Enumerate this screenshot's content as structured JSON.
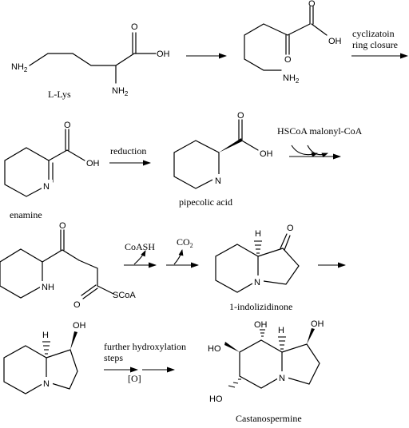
{
  "compounds": {
    "lys": {
      "name": "L-Lys",
      "nh2_left": "NH",
      "nh2_alpha": "NH",
      "sub2": "2",
      "o": "O",
      "oh": "OH"
    },
    "ketoacid": {
      "o_top": "O",
      "o_keto": "O",
      "oh": "OH",
      "nh2": "NH",
      "sub2": "2"
    },
    "enamine": {
      "name": "enamine",
      "o": "O",
      "oh": "OH",
      "n": "N"
    },
    "pipecolic": {
      "name": "pipecolic acid",
      "o": "O",
      "oh": "OH",
      "n": "N"
    },
    "intermediate": {
      "o_top": "O",
      "o_bottom": "O",
      "scoa": "SCoA",
      "nh": "NH"
    },
    "indolizidinone": {
      "name": "1-indolizidinone",
      "o": "O",
      "h": "H",
      "n": "N"
    },
    "hydroxy": {
      "oh": "OH",
      "h": "H",
      "n": "N"
    },
    "castanospermine": {
      "name": "Castanospermine",
      "oh_top": "OH",
      "oh_right": "OH",
      "ho_left": "HO",
      "ho_bottom": "HO",
      "h": "H",
      "n": "N"
    }
  },
  "steps": {
    "cyclization_line1": "cyclizatoin",
    "cyclization_line2": "ring closure",
    "reduction": "reduction",
    "hscoa": "HSCoA malonyl-CoA",
    "coash": "CoASH",
    "co2": "CO",
    "co2_sub": "2",
    "hydroxylation_line1": "further hydroxylation",
    "hydroxylation_line2": "steps",
    "oxidation": "[O]"
  }
}
